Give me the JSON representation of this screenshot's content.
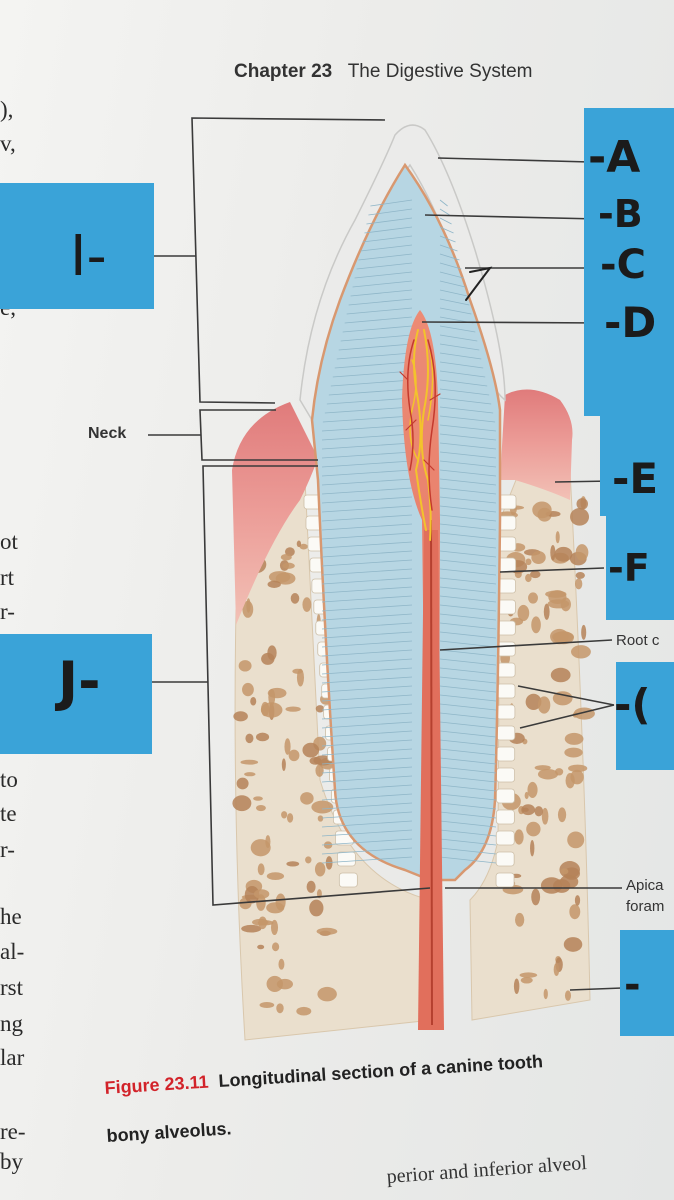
{
  "header": {
    "chapter": "Chapter 23",
    "title": "The Digestive System"
  },
  "left_margin_fragments": [
    "),",
    "v,",
    "e,",
    "ot",
    "rt",
    "r-",
    "to",
    "te",
    "r-",
    "he",
    "al-",
    "rst",
    "ng",
    "lar",
    "re-",
    "by"
  ],
  "labels": {
    "neck": "Neck",
    "root_canal": "Root c",
    "apical": "Apica",
    "apical_foramen": "foram"
  },
  "tape_labels": {
    "A": "-A",
    "B": "-B",
    "C": "-C",
    "D": "-D",
    "E": "-E",
    "F": "-F",
    "G": "-(",
    "H": "-",
    "I": "I-",
    "J": "J-"
  },
  "caption": {
    "figure": "Figure 23.11",
    "text": "Longitudinal section of a canine tooth",
    "text2": "bony alveolus."
  },
  "bottom_text": "perior and inferior alveol",
  "colors": {
    "tape": "#3aa3d8",
    "enamel": "#eaeaea",
    "dentin": "#b7d6e3",
    "pulp": "#e9806a",
    "gum": "#e8938f",
    "bone": "#eadfcd",
    "bone_spot": "#c4976a",
    "figure_red": "#d2232a"
  }
}
